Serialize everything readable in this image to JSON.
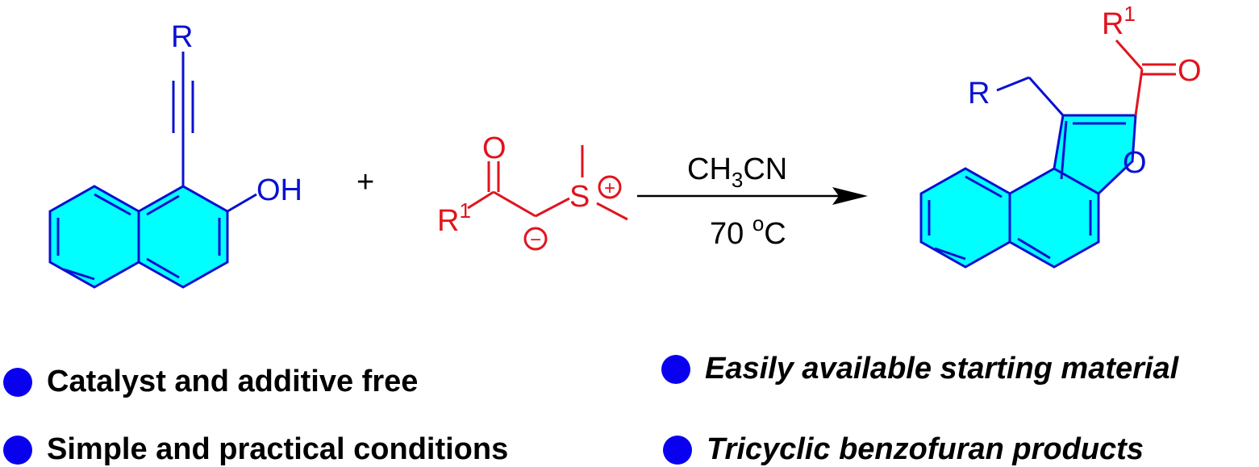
{
  "reactant1": {
    "r_label": "R",
    "oh_label": "OH"
  },
  "plus_sign": "+",
  "reactant2": {
    "o_label": "O",
    "r_label": "R",
    "r_sup": "1",
    "s_label": "S",
    "plus_charge": "+",
    "minus_charge": "−"
  },
  "conditions": {
    "solvent_main": "CH",
    "solvent_sub": "3",
    "solvent_tail": "CN",
    "temp_value": "70 ",
    "temp_sup": "o",
    "temp_unit": "C"
  },
  "product": {
    "r1_label": "R",
    "r1_sup": "1",
    "carbonyl_o": "O",
    "r_label": "R",
    "ring_o": "O"
  },
  "bullets": [
    {
      "text": "Catalyst and additive free",
      "style": "bold"
    },
    {
      "text": "Simple and  practical conditions",
      "style": "bold"
    },
    {
      "text": "Easily available starting material",
      "style": "bold-italic"
    },
    {
      "text": "Tricyclic benzofuran products",
      "style": "bold-italic"
    }
  ],
  "colors": {
    "ring_fill": "#00ffff",
    "bond_blue": "#0a10d0",
    "bond_red": "#e0141e",
    "bullet_dot": "#0a00f0",
    "arrow": "#000000"
  }
}
